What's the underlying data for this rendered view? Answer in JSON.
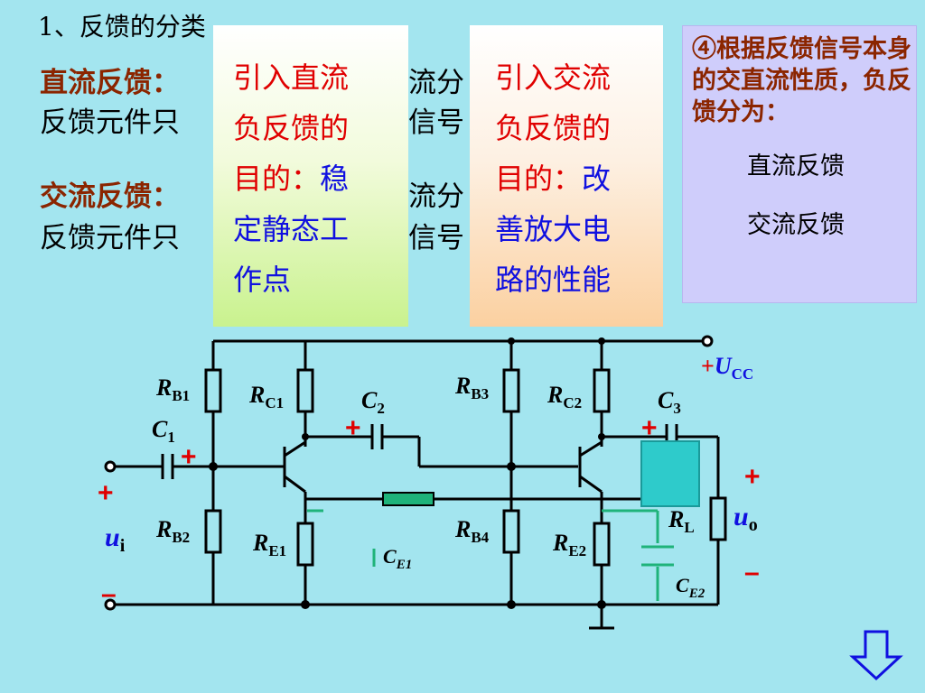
{
  "title": "1、反馈的分类",
  "dc_feedback": {
    "label": "直流反馈：",
    "text1": "流分",
    "line2": "反馈元件只",
    "line2_tail": "信号"
  },
  "ac_feedback": {
    "label": "交流反馈：",
    "text1": "流分",
    "line2": "反馈元件只",
    "line2_tail": "信号"
  },
  "box_dc": {
    "lines": [
      "引入直流",
      "负反馈的",
      "目的：",
      "稳",
      "定静态工",
      "作点"
    ]
  },
  "box_ac": {
    "lines": [
      "引入交流",
      "负反馈的",
      "目的：",
      "改",
      "善放大电",
      "路的性能"
    ]
  },
  "box_class": {
    "head": "④根据反馈信号本身的交直流性质，负反馈分为：",
    "item1": "直流反馈",
    "item2": "交流反馈"
  },
  "circuit": {
    "labels": {
      "RB1": [
        "R",
        "B1"
      ],
      "RC1": [
        "R",
        "C1"
      ],
      "RB3": [
        "R",
        "B3"
      ],
      "RC2": [
        "R",
        "C2"
      ],
      "RB2": [
        "R",
        "B2"
      ],
      "RE1": [
        "R",
        "E1"
      ],
      "RB4": [
        "R",
        "B4"
      ],
      "RE2": [
        "R",
        "E2"
      ],
      "RL": [
        "R",
        "L"
      ],
      "C1": [
        "C",
        "1"
      ],
      "C2": [
        "C",
        "2"
      ],
      "C3": [
        "C",
        "3"
      ],
      "CE1": [
        "C",
        "E1"
      ],
      "CE2": [
        "C",
        "E2"
      ],
      "UCC": [
        "U",
        "CC"
      ],
      "ui": [
        "u",
        "i"
      ],
      "uo": [
        "u",
        "o"
      ]
    },
    "plus": "+",
    "minus": "–",
    "colors": {
      "wire": "#000000",
      "sign": "#e00000",
      "feedback": "#1fb37a",
      "load_box": "#2ecbcb"
    }
  },
  "nav": {
    "down_arrow": "down-arrow-icon"
  }
}
